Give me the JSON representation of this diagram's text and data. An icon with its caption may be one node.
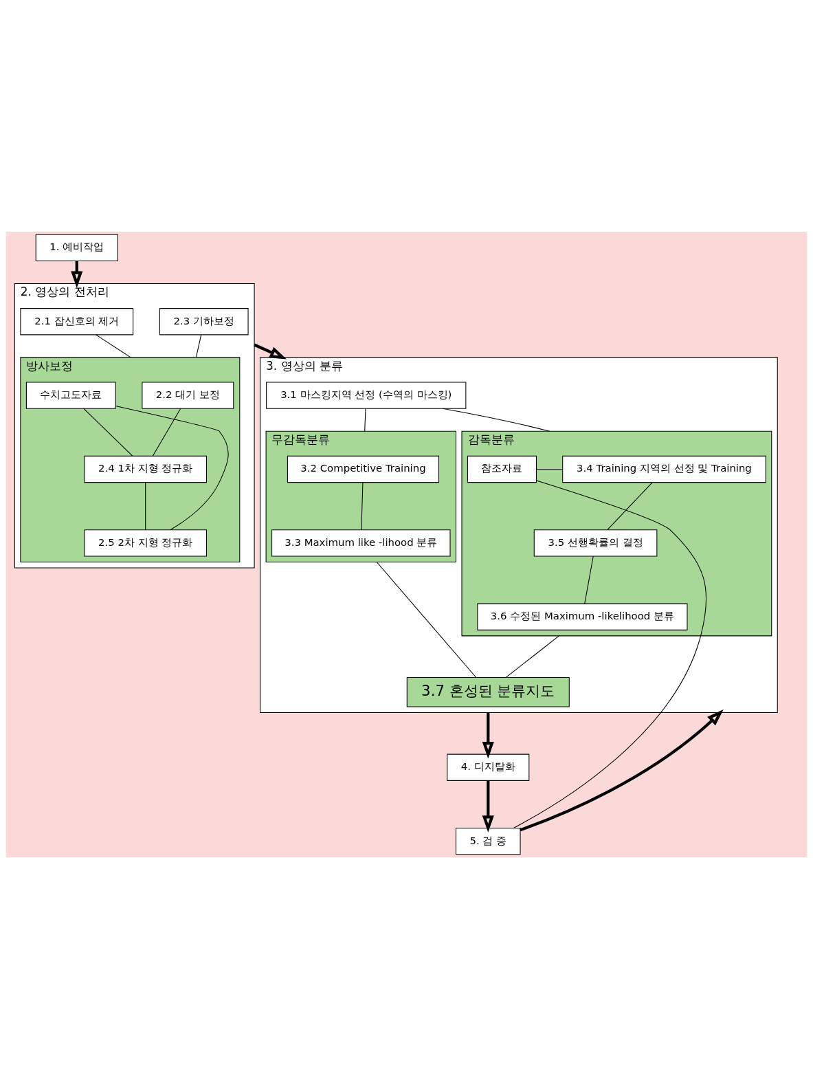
{
  "diagram": {
    "nodes": [
      {
        "text": [
          "1. 예비작업"
        ]
      },
      {
        "text": [
          "2. 영상의 전처리"
        ]
      },
      {
        "text": [
          "2.1 잡신호의 제거"
        ],
        "in": 1
      },
      {
        "text": [
          "방사보정"
        ],
        "in": 1
      },
      {
        "text": [
          "2.2 대기 보정"
        ],
        "in": 3
      },
      {
        "text": [
          "2.4 1차 지형 정규화"
        ],
        "in": 3
      },
      {
        "text": [
          "2.5 2차 지형 정규화"
        ],
        "in": 3
      },
      {
        "text": [
          "수치고도자료"
        ],
        "in": 3
      },
      {
        "text": [
          "2.3 기하보정"
        ],
        "in": 1
      },
      {
        "text": [
          "3. 영상의 분류"
        ]
      },
      {
        "text": [
          "3.1 마스킹지역 선정 (수역의 마스킹)"
        ],
        "in": 9
      },
      {
        "text": [
          "무감독분류"
        ],
        "in": 9
      },
      {
        "text": [
          "3.2 Competitive Training"
        ],
        "in": 11
      },
      {
        "text": [
          "3.3 Maximum like -lihood 분류"
        ],
        "in": 11
      },
      {
        "text": [
          "감독분류"
        ],
        "in": 9
      },
      {
        "text": [
          "3.4 Training 지역의 선정 및 Training"
        ],
        "in": 14
      },
      {
        "text": [
          "참조자료"
        ],
        "in": 14
      },
      {
        "text": [
          "3.5 선행확률의 결정"
        ],
        "in": 14
      },
      {
        "text": [
          "3.6 수정된 Maximum -likelihood 분류"
        ],
        "in": 14
      },
      {
        "text": [
          "3.7 혼성된 분류지도"
        ],
        "in": 9
      },
      {
        "text": [
          "4. 디지탈화"
        ]
      },
      {
        "text": [
          "5. 검 증"
        ]
      }
    ],
    "edges": [
      {
        "from": 0,
        "to": 1,
        "arrow": "to",
        "style": "thick"
      },
      {
        "from": 2,
        "to": 3,
        "arrow": "none"
      },
      {
        "from": 8,
        "to": 3,
        "arrow": "none"
      },
      {
        "from": 4,
        "to": 5,
        "arrow": "none"
      },
      {
        "from": 5,
        "to": 6,
        "arrow": "none"
      },
      {
        "from": 7,
        "to": 5,
        "arrow": "none"
      },
      {
        "from": 7,
        "to": 6,
        "arrow": "none"
      },
      {
        "from": 1,
        "to": 9,
        "arrow": "to",
        "style": "thick"
      },
      {
        "from": 10,
        "to": 11,
        "arrow": "none"
      },
      {
        "from": 10,
        "to": 14,
        "arrow": "none"
      },
      {
        "from": 12,
        "to": 13,
        "arrow": "none"
      },
      {
        "from": 15,
        "to": 17,
        "arrow": "none"
      },
      {
        "from": 17,
        "to": 18,
        "arrow": "none"
      },
      {
        "from": 16,
        "to": 15,
        "arrow": "none"
      },
      {
        "from": 11,
        "to": 19,
        "arrow": "none"
      },
      {
        "from": 14,
        "to": 19,
        "arrow": "none"
      },
      {
        "from": 9,
        "to": 20,
        "arrow": "to",
        "style": "thick"
      },
      {
        "from": 20,
        "to": 21,
        "arrow": "to",
        "style": "thick"
      },
      {
        "from": 21,
        "to": 9,
        "arrow": "to",
        "style": "thick"
      },
      {
        "from": 21,
        "to": 16,
        "arrow": "none"
      }
    ]
  }
}
